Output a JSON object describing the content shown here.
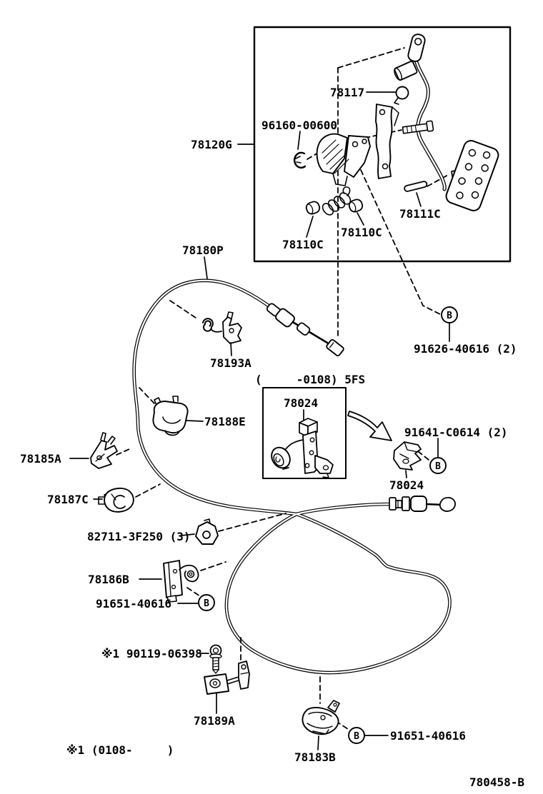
{
  "doc": {
    "type": "parts-diagram",
    "drawing_number": "780458-B",
    "footnote": "※1 (0108-     )",
    "variant_note": "(     -0108) 5FS"
  },
  "colors": {
    "line": "#000000",
    "background": "#ffffff"
  },
  "markers": {
    "b": "B"
  },
  "labels": {
    "p78117": "78117",
    "p96160": "96160-00600",
    "p78120G": "78120G",
    "p78111C": "78111C",
    "p78110C_left": "78110C",
    "p78110C_right": "78110C",
    "p78180P": "78180P",
    "p91626": "91626-40616 (2)",
    "p78193A": "78193A",
    "p78024_box": "78024",
    "p91641": "91641-C0614 (2)",
    "p78188E": "78188E",
    "p78185A": "78185A",
    "p78024_right": "78024",
    "p78187C": "78187C",
    "p82711": "82711-3F250 (3)",
    "p78186B": "78186B",
    "p91651_upper": "91651-40616",
    "p90119": "※1 90119-06398",
    "p78189A": "78189A",
    "p91651_lower": "91651-40616",
    "p78183B": "78183B"
  }
}
